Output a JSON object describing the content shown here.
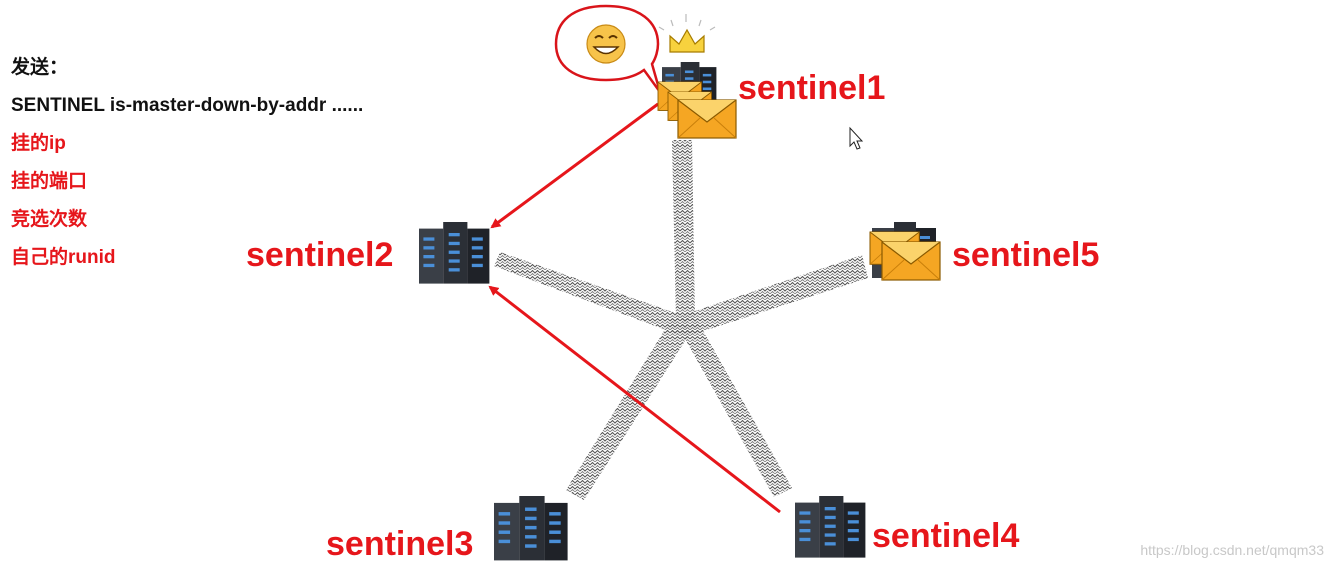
{
  "notes": [
    {
      "text": "发送：",
      "color": "black"
    },
    {
      "text": "SENTINEL is-master-down-by-addr ......",
      "color": "black"
    },
    {
      "text": "挂的ip",
      "color": "red"
    },
    {
      "text": "挂的端口",
      "color": "red"
    },
    {
      "text": "竞选次数",
      "color": "red"
    },
    {
      "text": "自己的runid",
      "color": "red"
    }
  ],
  "nodes": {
    "sentinel1": "sentinel1",
    "sentinel2": "sentinel2",
    "sentinel3": "sentinel3",
    "sentinel4": "sentinel4",
    "sentinel5": "sentinel5"
  },
  "watermark": "https://blog.csdn.net/qmqm33",
  "colors": {
    "accent": "#e6161b",
    "text": "#111111",
    "envelope": "#f5a623",
    "server": "#2b2f36"
  },
  "icons": [
    "smile-emoji-icon",
    "crown-icon",
    "envelope-icon",
    "server-icon",
    "mouse-cursor-icon"
  ]
}
